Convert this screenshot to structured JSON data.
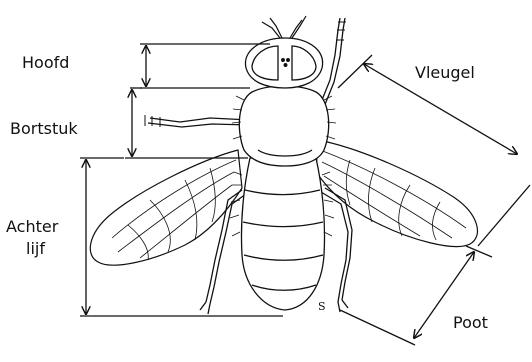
{
  "diagram": {
    "labels": {
      "head": "Hoofd",
      "thorax": "Bortstuk",
      "abdomen_line1": "Achter",
      "abdomen_line2": "lijf",
      "wing": "Vleugel",
      "leg": "Poot"
    },
    "colors": {
      "ink": "#111111",
      "background": "#ffffff"
    },
    "signature_glyph": "S"
  }
}
